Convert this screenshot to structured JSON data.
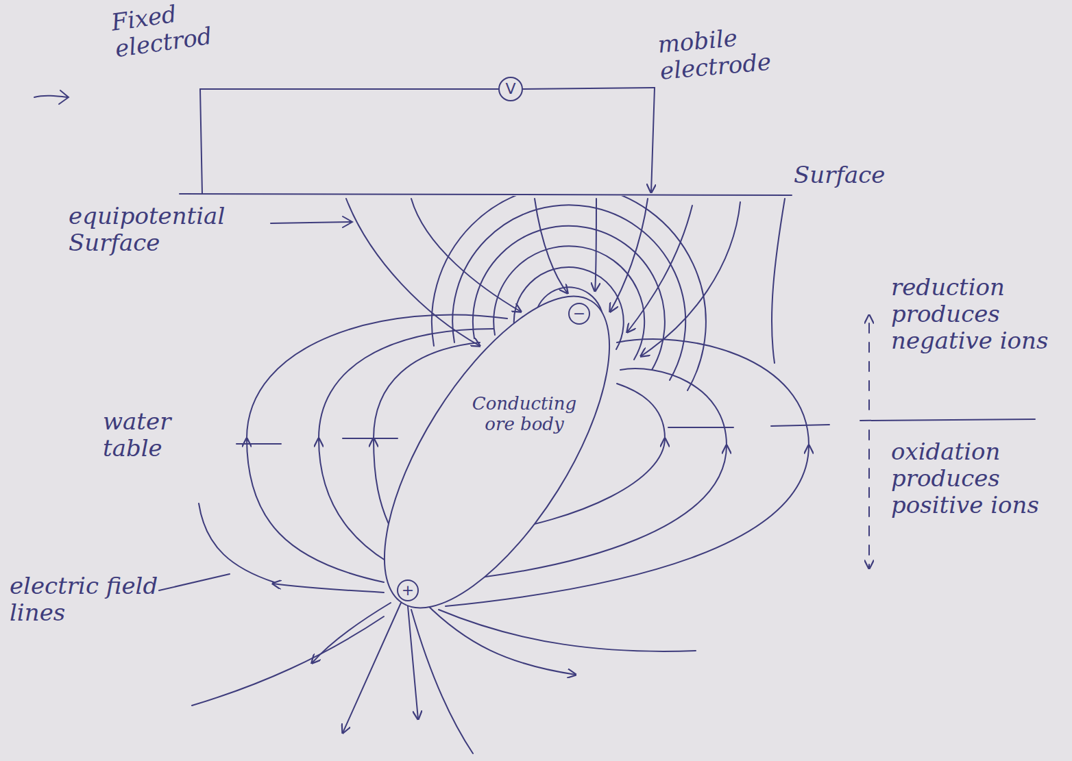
{
  "diagram": {
    "nodes": [
      {
        "text": [
          "V"
        ]
      },
      {
        "text": [
          "Conducting ore body"
        ]
      },
      {
        "text": [
          "−"
        ],
        "in": 1
      },
      {
        "text": [
          "+"
        ],
        "in": 1
      }
    ],
    "labels": [
      "Fixed electrod",
      "mobile electrode",
      "Surface",
      "equipotential Surface",
      "water table",
      "reduction produces negative ions",
      "oxidation produces positive ions",
      "electric field lines"
    ]
  }
}
